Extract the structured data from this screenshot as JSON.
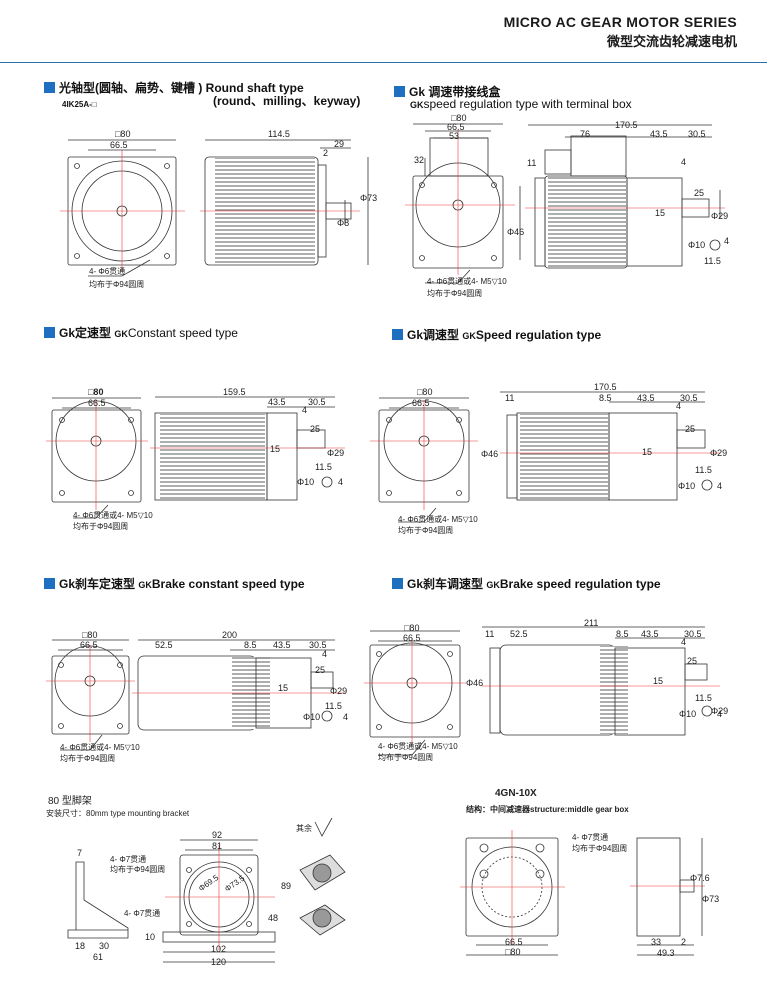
{
  "header": {
    "title_en": "MICRO AC GEAR MOTOR SERIES",
    "title_cn": "微型交流齿轮减速电机"
  },
  "sections": {
    "round": {
      "cn": "光轴型(圆轴、扁势、键槽 )",
      "en": "Round shaft type",
      "en2": "(round、milling、keyway)",
      "model": "4IK25A-□"
    },
    "terminal": {
      "cn": "Gk 调速带接线盒",
      "prefix": "GK",
      "en": "speed regulation type with terminal box"
    },
    "constant": {
      "cn": "Gk定速型",
      "prefix": "GK",
      "en": "Constant speed type"
    },
    "speedreg": {
      "cn": "Gk调速型",
      "prefix": "GK",
      "en": "Speed regulation type"
    },
    "brake_const": {
      "cn": "Gk刹车定速型",
      "prefix": "GK",
      "en": "Brake constant speed type"
    },
    "brake_reg": {
      "cn": "Gk刹车调速型",
      "prefix": "GK",
      "en": "Brake speed regulation type"
    },
    "bracket": {
      "title": "80 型脚架",
      "sub": "安装尺寸：80mm type mounting bracket",
      "other": "其余"
    },
    "gearbox": {
      "title": "4GN-10X",
      "sub": "结构：中间减速器structure:middle gear box"
    }
  },
  "dims": {
    "sq80": "□80",
    "d665": "66.5",
    "d53": "53",
    "d32": "32",
    "d46": "Φ46",
    "holes": "4- Φ6贯通",
    "holes_m5": "4- Φ6贯通或4- M5▽10",
    "pcd": "均布于Φ94圆周",
    "holes7": "4- Φ7贯通",
    "pcd7": "均布于Φ94圆周",
    "L1145": "114.5",
    "L29": "29",
    "L2": "2",
    "phi73": "Φ73",
    "phi8": "Φ8",
    "L1705": "170.5",
    "L76": "76",
    "L435": "43.5",
    "L305": "30.5",
    "L4": "4",
    "L11": "11",
    "L25": "25",
    "L15": "15",
    "phi29": "Φ29",
    "phi10": "Φ10",
    "L115": "11.5",
    "L85": "8.5",
    "L1595": "159.5",
    "L200": "200",
    "L525": "52.5",
    "L211": "211",
    "b92": "92",
    "b81": "81",
    "b7": "7",
    "b89": "89",
    "b48": "48",
    "b10": "10",
    "b102": "102",
    "b120": "120",
    "b18": "18",
    "b30": "30",
    "b61": "61",
    "b695": "Φ69.5",
    "b735": "Φ73.5",
    "g665": "66.5",
    "g80": "□80",
    "g76": "Φ7.6",
    "g73": "Φ73",
    "g33": "33",
    "g2": "2",
    "g493": "49.3"
  }
}
